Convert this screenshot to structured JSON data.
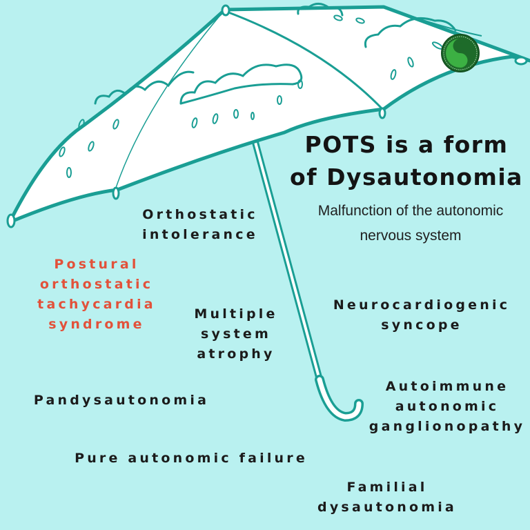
{
  "colors": {
    "background": "#b9f1f0",
    "umbrella_outline": "#1a9e94",
    "umbrella_fill": "#ffffff",
    "text": "#1b1b1b",
    "accent": "#e2513a",
    "logo_light": "#3cb043",
    "logo_dark": "#1e6b2a"
  },
  "title": {
    "lines": [
      "POTS is a form",
      "of Dysautonomia"
    ]
  },
  "subtitle": {
    "lines": [
      "Malfunction of the autonomic",
      "nervous system"
    ]
  },
  "labels": {
    "orthostatic_intolerance": [
      "Orthostatic",
      "intolerance"
    ],
    "pots": [
      "Postural",
      "orthostatic",
      "tachycardia",
      "syndrome"
    ],
    "multiple_system_atrophy": [
      "Multiple",
      "system",
      "atrophy"
    ],
    "neurocardiogenic_syncope": [
      "Neurocardiogenic",
      "syncope"
    ],
    "autoimmune_autonomic_ganglionopathy": [
      "Autoimmune",
      "autonomic",
      "ganglionopathy"
    ],
    "pandysautonomia": [
      "Pandysautonomia"
    ],
    "pure_autonomic_failure": [
      "Pure autonomic failure"
    ],
    "familial_dysautonomia": [
      "Familial",
      "dysautonomia"
    ]
  },
  "icons": {
    "umbrella": "umbrella-illustration",
    "logo": "yin-yang-icon"
  }
}
